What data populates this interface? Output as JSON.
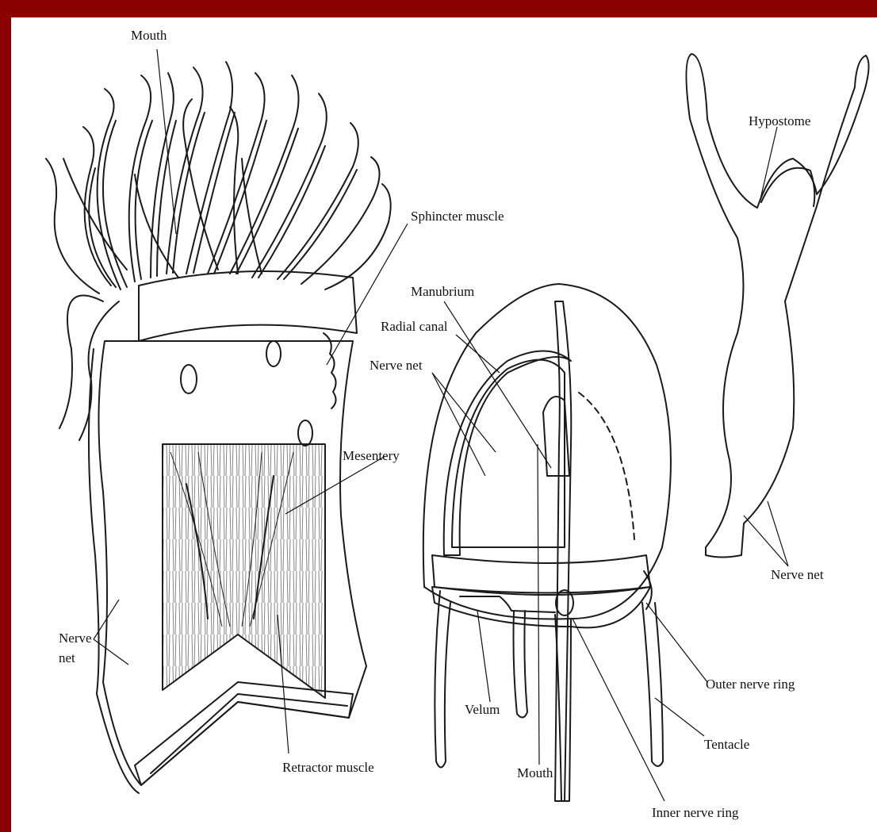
{
  "figure": {
    "panels": [
      {
        "id": "sea-anemone",
        "labels": {
          "mouth": "Mouth",
          "sphincter": "Sphincter muscle",
          "mesentery": "Mesentery",
          "nerve_net_1": "Nerve",
          "nerve_net_2": "net",
          "retractor": "Retractor muscle"
        }
      },
      {
        "id": "hydromedusa",
        "labels": {
          "manubrium": "Manubrium",
          "radial_canal": "Radial canal",
          "nerve_net": "Nerve net",
          "outer_ring": "Outer nerve ring",
          "velum": "Velum",
          "tentacle": "Tentacle",
          "mouth": "Mouth",
          "inner_ring": "Inner nerve ring"
        }
      },
      {
        "id": "hydra",
        "labels": {
          "hypostome": "Hypostome",
          "nerve_net": "Nerve net"
        }
      }
    ]
  },
  "colors": {
    "frame": "#8b0000",
    "panel": "#ffffff",
    "ink": "#1a1a1a"
  }
}
